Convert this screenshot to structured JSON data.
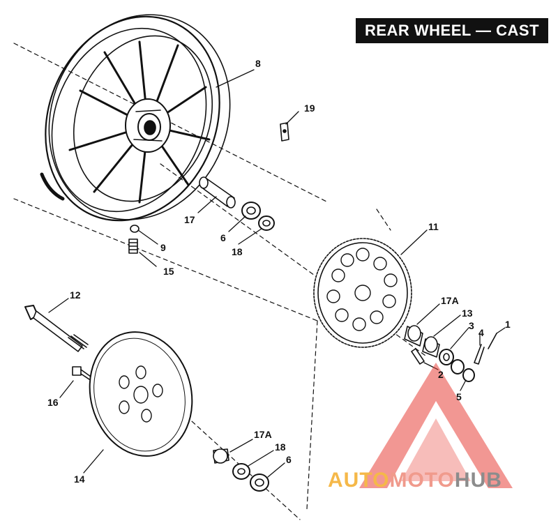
{
  "title": "REAR WHEEL — CAST",
  "logo": {
    "part1": "AUTO",
    "part2": "MOTO",
    "part3": "HUB"
  },
  "callouts": {
    "c1": "1",
    "c2": "2",
    "c3": "3",
    "c4": "4",
    "c5": "5",
    "c6a": "6",
    "c6b": "6",
    "c8": "8",
    "c9": "9",
    "c11": "11",
    "c12": "12",
    "c13": "13",
    "c14": "14",
    "c15": "15",
    "c16": "16",
    "c17": "17",
    "c17a1": "17A",
    "c17a2": "17A",
    "c18a": "18",
    "c18b": "18",
    "c19": "19"
  },
  "colors": {
    "ink": "#111111",
    "watermark_red": "#e8423a",
    "logo_yellow": "#f5b849",
    "logo_pink": "#f09a8c",
    "logo_gray": "#8c8c8c"
  }
}
